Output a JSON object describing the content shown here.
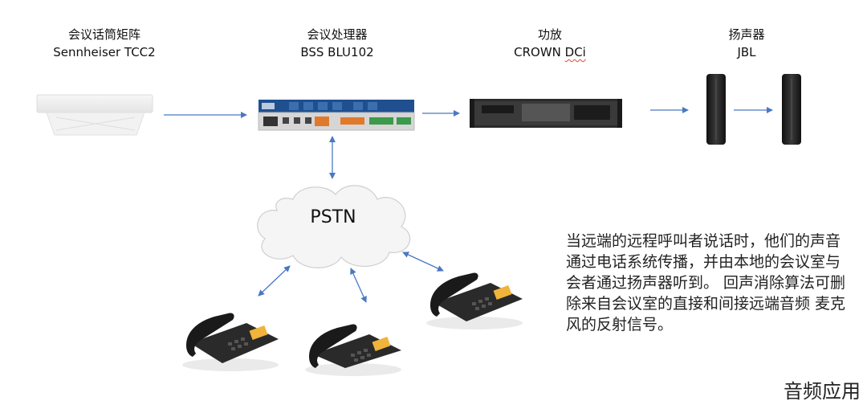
{
  "devices": {
    "mic_matrix": {
      "name": "会议话筒矩阵",
      "model": "Sennheiser TCC2"
    },
    "processor": {
      "name": "会议处理器",
      "model": "BSS BLU102"
    },
    "amplifier": {
      "name": "功放",
      "model_prefix": "CROWN ",
      "model_suffix": "DCi"
    },
    "speakers": {
      "name": "扬声器",
      "model": "JBL"
    }
  },
  "network": {
    "label": "PSTN"
  },
  "description": "当远端的远程呼叫者说话时，他们的声音通过电话系统传播，并由本地的会议室与会者通过扬声器听到。 回声消除算法可删除来自会议室的直接和间接远端音频 麦克风的反射信号。",
  "watermark": "音频应用",
  "colors": {
    "arrow": "#4a78c2",
    "device_dark": "#2b2b2b",
    "processor_blue": "#1f4f8f"
  }
}
